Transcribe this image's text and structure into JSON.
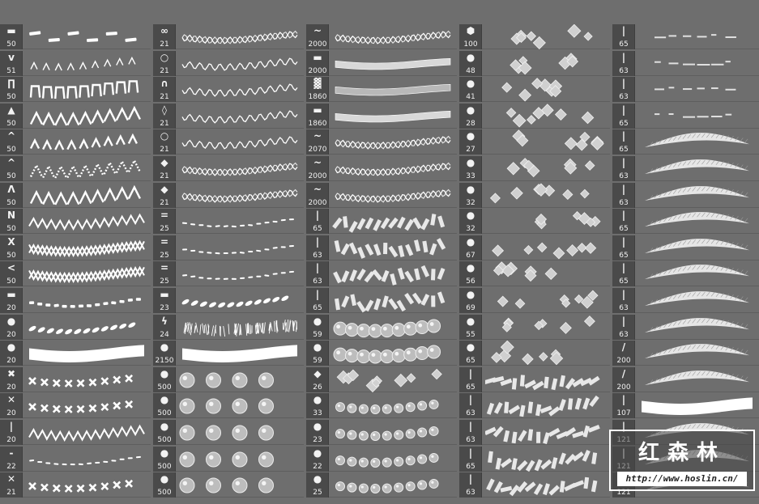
{
  "columns": [
    {
      "rows": [
        {
          "glyph": "▬",
          "num": "50",
          "stroke": "dash-bars"
        },
        {
          "glyph": "v",
          "num": "51",
          "stroke": "chevrons"
        },
        {
          "glyph": "∏",
          "num": "50",
          "stroke": "arches"
        },
        {
          "glyph": "▲",
          "num": "50",
          "stroke": "peaks"
        },
        {
          "glyph": "^",
          "num": "50",
          "stroke": "peaks-small"
        },
        {
          "glyph": "^",
          "num": "50",
          "stroke": "peaks-dotted"
        },
        {
          "glyph": "Λ",
          "num": "50",
          "stroke": "peaks"
        },
        {
          "glyph": "N",
          "num": "50",
          "stroke": "zigzag-band"
        },
        {
          "glyph": "X",
          "num": "50",
          "stroke": "cross-band"
        },
        {
          "glyph": "<",
          "num": "50",
          "stroke": "herring-band"
        },
        {
          "glyph": "▬",
          "num": "20",
          "stroke": "dashes"
        },
        {
          "glyph": "●",
          "num": "20",
          "stroke": "ovals"
        },
        {
          "glyph": "●",
          "num": "20",
          "stroke": "thick-band"
        },
        {
          "glyph": "✖",
          "num": "20",
          "stroke": "crosses"
        },
        {
          "glyph": "✕",
          "num": "20",
          "stroke": "crosses"
        },
        {
          "glyph": "|",
          "num": "20",
          "stroke": "coil-band"
        },
        {
          "glyph": "-",
          "num": "22",
          "stroke": "dashes-thin"
        },
        {
          "glyph": "✕",
          "num": "21",
          "stroke": "crosses"
        }
      ]
    },
    {
      "rows": [
        {
          "glyph": "∞",
          "num": "21",
          "stroke": "scallop"
        },
        {
          "glyph": "○",
          "num": "21",
          "stroke": "loops"
        },
        {
          "glyph": "∩",
          "num": "21",
          "stroke": "loops"
        },
        {
          "glyph": "◊",
          "num": "21",
          "stroke": "coil"
        },
        {
          "glyph": "○",
          "num": "21",
          "stroke": "loops"
        },
        {
          "glyph": "◆",
          "num": "21",
          "stroke": "chain"
        },
        {
          "glyph": "◆",
          "num": "21",
          "stroke": "chain"
        },
        {
          "glyph": "=",
          "num": "25",
          "stroke": "dashes-thin"
        },
        {
          "glyph": "=",
          "num": "25",
          "stroke": "dashes-thin"
        },
        {
          "glyph": "=",
          "num": "25",
          "stroke": "dashes-thin"
        },
        {
          "glyph": "▬",
          "num": "23",
          "stroke": "ovals"
        },
        {
          "glyph": "ϟ",
          "num": "24",
          "stroke": "fuzzy"
        },
        {
          "glyph": "●",
          "num": "2150",
          "stroke": "thick-band"
        },
        {
          "glyph": "●",
          "num": "500",
          "stroke": "spheres"
        },
        {
          "glyph": "●",
          "num": "500",
          "stroke": "spheres"
        },
        {
          "glyph": "●",
          "num": "500",
          "stroke": "buttons"
        },
        {
          "glyph": "●",
          "num": "500",
          "stroke": "buttons"
        },
        {
          "glyph": "●",
          "num": "500",
          "stroke": "buttons"
        }
      ]
    },
    {
      "rows": [
        {
          "glyph": "~",
          "num": "2000",
          "stroke": "rope"
        },
        {
          "glyph": "▬",
          "num": "2000",
          "stroke": "ribbon"
        },
        {
          "glyph": "▓",
          "num": "1860",
          "stroke": "tex-band"
        },
        {
          "glyph": "▬",
          "num": "1860",
          "stroke": "ribbon"
        },
        {
          "glyph": "~",
          "num": "2070",
          "stroke": "rope"
        },
        {
          "glyph": "~",
          "num": "2000",
          "stroke": "rope"
        },
        {
          "glyph": "~",
          "num": "2000",
          "stroke": "chain"
        },
        {
          "glyph": "|",
          "num": "65",
          "stroke": "tape-pieces"
        },
        {
          "glyph": "|",
          "num": "63",
          "stroke": "tape-pieces"
        },
        {
          "glyph": "|",
          "num": "63",
          "stroke": "tape-pieces"
        },
        {
          "glyph": "|",
          "num": "65",
          "stroke": "tape-pieces"
        },
        {
          "glyph": "●",
          "num": "59",
          "stroke": "coins"
        },
        {
          "glyph": "●",
          "num": "59",
          "stroke": "coins"
        },
        {
          "glyph": "◆",
          "num": "26",
          "stroke": "gems"
        },
        {
          "glyph": "●",
          "num": "33",
          "stroke": "beads"
        },
        {
          "glyph": "●",
          "num": "23",
          "stroke": "beads"
        },
        {
          "glyph": "●",
          "num": "22",
          "stroke": "beads"
        },
        {
          "glyph": "●",
          "num": "25",
          "stroke": "beads"
        }
      ]
    },
    {
      "rows": [
        {
          "glyph": "⬢",
          "num": "100",
          "stroke": "gems-scatter"
        },
        {
          "glyph": "●",
          "num": "48",
          "stroke": "gems-scatter"
        },
        {
          "glyph": "●",
          "num": "41",
          "stroke": "gems-scatter"
        },
        {
          "glyph": "●",
          "num": "28",
          "stroke": "gems-scatter"
        },
        {
          "glyph": "●",
          "num": "27",
          "stroke": "gems-scatter"
        },
        {
          "glyph": "●",
          "num": "33",
          "stroke": "gems-scatter"
        },
        {
          "glyph": "●",
          "num": "32",
          "stroke": "gems-scatter"
        },
        {
          "glyph": "●",
          "num": "32",
          "stroke": "gems-scatter"
        },
        {
          "glyph": "●",
          "num": "67",
          "stroke": "gems-scatter"
        },
        {
          "glyph": "●",
          "num": "56",
          "stroke": "gems-scatter"
        },
        {
          "glyph": "●",
          "num": "69",
          "stroke": "gems-scatter"
        },
        {
          "glyph": "●",
          "num": "55",
          "stroke": "gems-scatter"
        },
        {
          "glyph": "●",
          "num": "65",
          "stroke": "gems-scatter"
        },
        {
          "glyph": "|",
          "num": "65",
          "stroke": "sticks-scatter"
        },
        {
          "glyph": "|",
          "num": "63",
          "stroke": "sticks-scatter"
        },
        {
          "glyph": "|",
          "num": "63",
          "stroke": "sticks-scatter"
        },
        {
          "glyph": "|",
          "num": "65",
          "stroke": "sticks-scatter"
        },
        {
          "glyph": "|",
          "num": "63",
          "stroke": "sticks-scatter"
        }
      ]
    },
    {
      "rows": [
        {
          "glyph": "|",
          "num": "65",
          "stroke": "specks"
        },
        {
          "glyph": "|",
          "num": "63",
          "stroke": "specks"
        },
        {
          "glyph": "|",
          "num": "63",
          "stroke": "specks"
        },
        {
          "glyph": "|",
          "num": "65",
          "stroke": "specks"
        },
        {
          "glyph": "|",
          "num": "65",
          "stroke": "feather"
        },
        {
          "glyph": "|",
          "num": "63",
          "stroke": "feather"
        },
        {
          "glyph": "|",
          "num": "63",
          "stroke": "feather"
        },
        {
          "glyph": "|",
          "num": "65",
          "stroke": "feather"
        },
        {
          "glyph": "|",
          "num": "65",
          "stroke": "feather"
        },
        {
          "glyph": "|",
          "num": "65",
          "stroke": "feather"
        },
        {
          "glyph": "|",
          "num": "63",
          "stroke": "feather"
        },
        {
          "glyph": "|",
          "num": "63",
          "stroke": "feather"
        },
        {
          "glyph": "/",
          "num": "200",
          "stroke": "feather"
        },
        {
          "glyph": "/",
          "num": "200",
          "stroke": "feather"
        },
        {
          "glyph": "|",
          "num": "107",
          "stroke": "thick-band"
        },
        {
          "glyph": "|",
          "num": "121",
          "stroke": "feather"
        },
        {
          "glyph": "|",
          "num": "121",
          "stroke": "feather"
        },
        {
          "glyph": "|",
          "num": "121",
          "stroke": "feather"
        }
      ]
    }
  ],
  "watermark": {
    "title": "红森林",
    "url": "http://www.hoslin.cn/"
  },
  "colors": {
    "background": "#6e6e6e",
    "thumb": "#4a4a4a",
    "stroke": "#ffffff"
  }
}
